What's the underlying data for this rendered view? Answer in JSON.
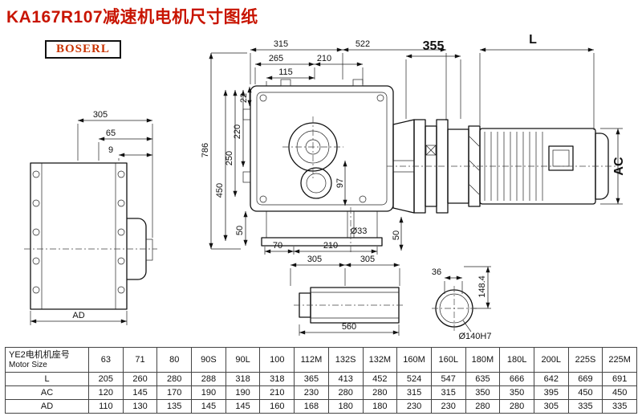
{
  "page": {
    "title": "KA167R107减速机电机尺寸图纸",
    "brand": "BOSERL"
  },
  "dims": {
    "side": {
      "d305": "305",
      "d65": "65",
      "d9": "9",
      "dAD": "AD"
    },
    "front": {
      "d315": "315",
      "d522": "522",
      "d265": "265",
      "d210_top": "210",
      "d115": "115",
      "d22": "22",
      "d220": "220",
      "d250": "250",
      "d450": "450",
      "d786": "786",
      "d97": "97",
      "dia33": "Ø33",
      "d50_left": "50",
      "d70": "70",
      "d210_bottom": "210",
      "d50_right": "50"
    },
    "motor": {
      "d355": "355",
      "dL": "L",
      "dAC": "AC"
    },
    "shaft": {
      "d305a": "305",
      "d305b": "305",
      "d560": "560"
    },
    "flange": {
      "d36": "36",
      "d148": "148.4",
      "dia140": "Ø140H7"
    }
  },
  "table": {
    "row_header_cn": "YE2电机机座号",
    "row_header_en": "Motor Size",
    "columns": [
      "63",
      "71",
      "80",
      "90S",
      "90L",
      "100",
      "112M",
      "132S",
      "132M",
      "160M",
      "160L",
      "180M",
      "180L",
      "200L",
      "225S",
      "225M"
    ],
    "rows": [
      {
        "label": "L",
        "values": [
          "205",
          "260",
          "280",
          "288",
          "318",
          "318",
          "365",
          "413",
          "452",
          "524",
          "547",
          "635",
          "666",
          "642",
          "669",
          "691"
        ]
      },
      {
        "label": "AC",
        "values": [
          "120",
          "145",
          "170",
          "190",
          "190",
          "210",
          "230",
          "280",
          "280",
          "315",
          "315",
          "350",
          "350",
          "395",
          "450",
          "450"
        ]
      },
      {
        "label": "AD",
        "values": [
          "110",
          "130",
          "135",
          "145",
          "145",
          "160",
          "168",
          "180",
          "180",
          "230",
          "230",
          "280",
          "280",
          "305",
          "335",
          "335"
        ]
      }
    ]
  }
}
